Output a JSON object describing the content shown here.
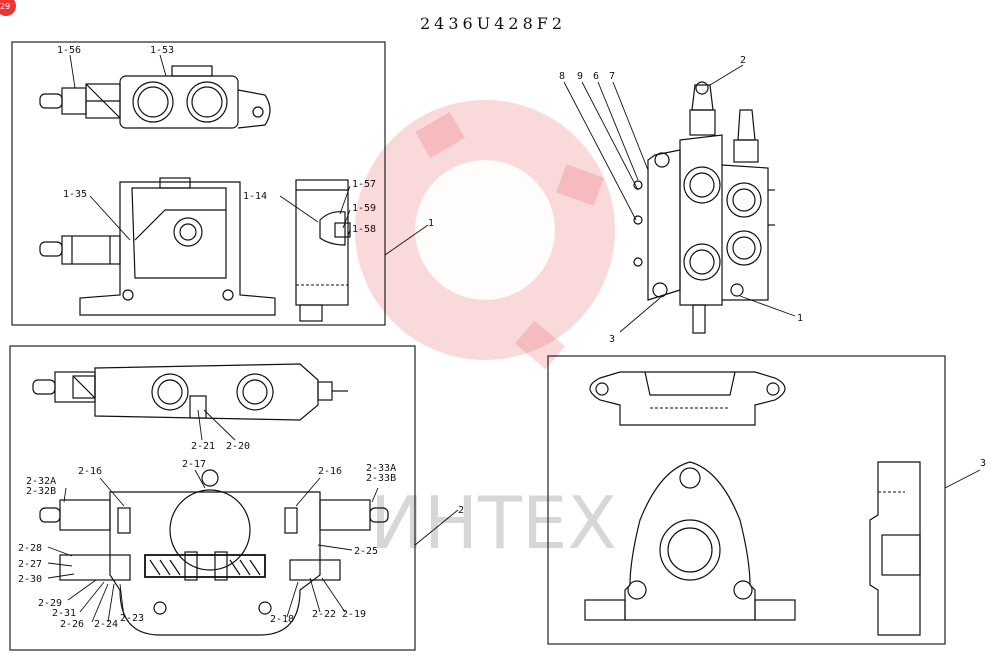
{
  "title": "2436U428F2",
  "corner_badge": "29",
  "watermark": {
    "text": "ИНТЕХ",
    "color": "#e8535a"
  },
  "panels": {
    "top_left": {
      "labels": [
        "1-56",
        "1-53",
        "1-35",
        "1-14",
        "1-57",
        "1-59",
        "1-58",
        "1"
      ]
    },
    "top_right": {
      "labels": [
        "2",
        "8",
        "9",
        "6",
        "7",
        "3",
        "1"
      ]
    },
    "bottom_left": {
      "labels": [
        "2-21",
        "2-20",
        "2-17",
        "2-16",
        "2-16",
        "2-32A",
        "2-32B",
        "2-33A",
        "2-33B",
        "2-28",
        "2-27",
        "2-30",
        "2-25",
        "2",
        "2-29",
        "2-31",
        "2-26",
        "2-24",
        "2-23",
        "2-18",
        "2-22",
        "2-19"
      ]
    },
    "bottom_right": {
      "labels": [
        "3"
      ]
    }
  }
}
